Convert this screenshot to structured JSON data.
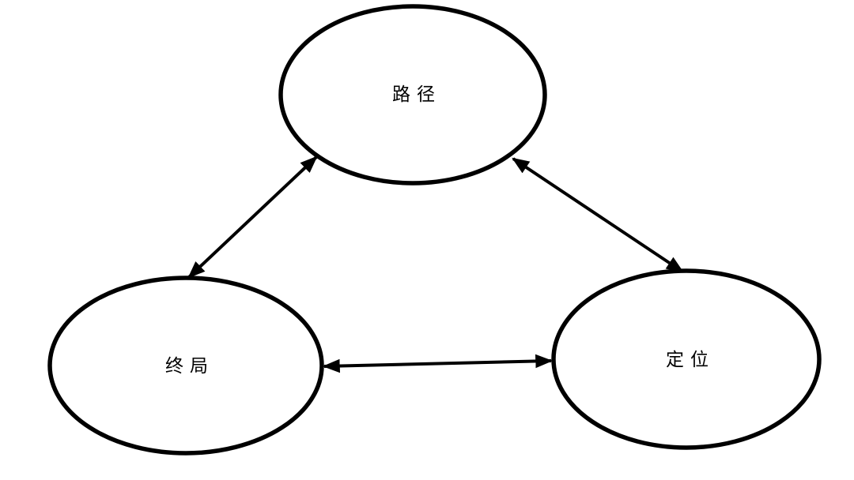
{
  "canvas": {
    "background_color": "#ffffff",
    "stroke_color": "#000000"
  },
  "diagram": {
    "type": "triangle-cycle",
    "nodes": [
      {
        "id": "path",
        "label": "路径",
        "position": "top"
      },
      {
        "id": "endgame",
        "label": "终局",
        "position": "bottom-left"
      },
      {
        "id": "positioning",
        "label": "定位",
        "position": "bottom-right"
      }
    ],
    "edges": [
      {
        "from": "path",
        "to": "endgame",
        "bidirectional": true
      },
      {
        "from": "path",
        "to": "positioning",
        "bidirectional": true
      },
      {
        "from": "endgame",
        "to": "positioning",
        "bidirectional": true
      }
    ]
  }
}
